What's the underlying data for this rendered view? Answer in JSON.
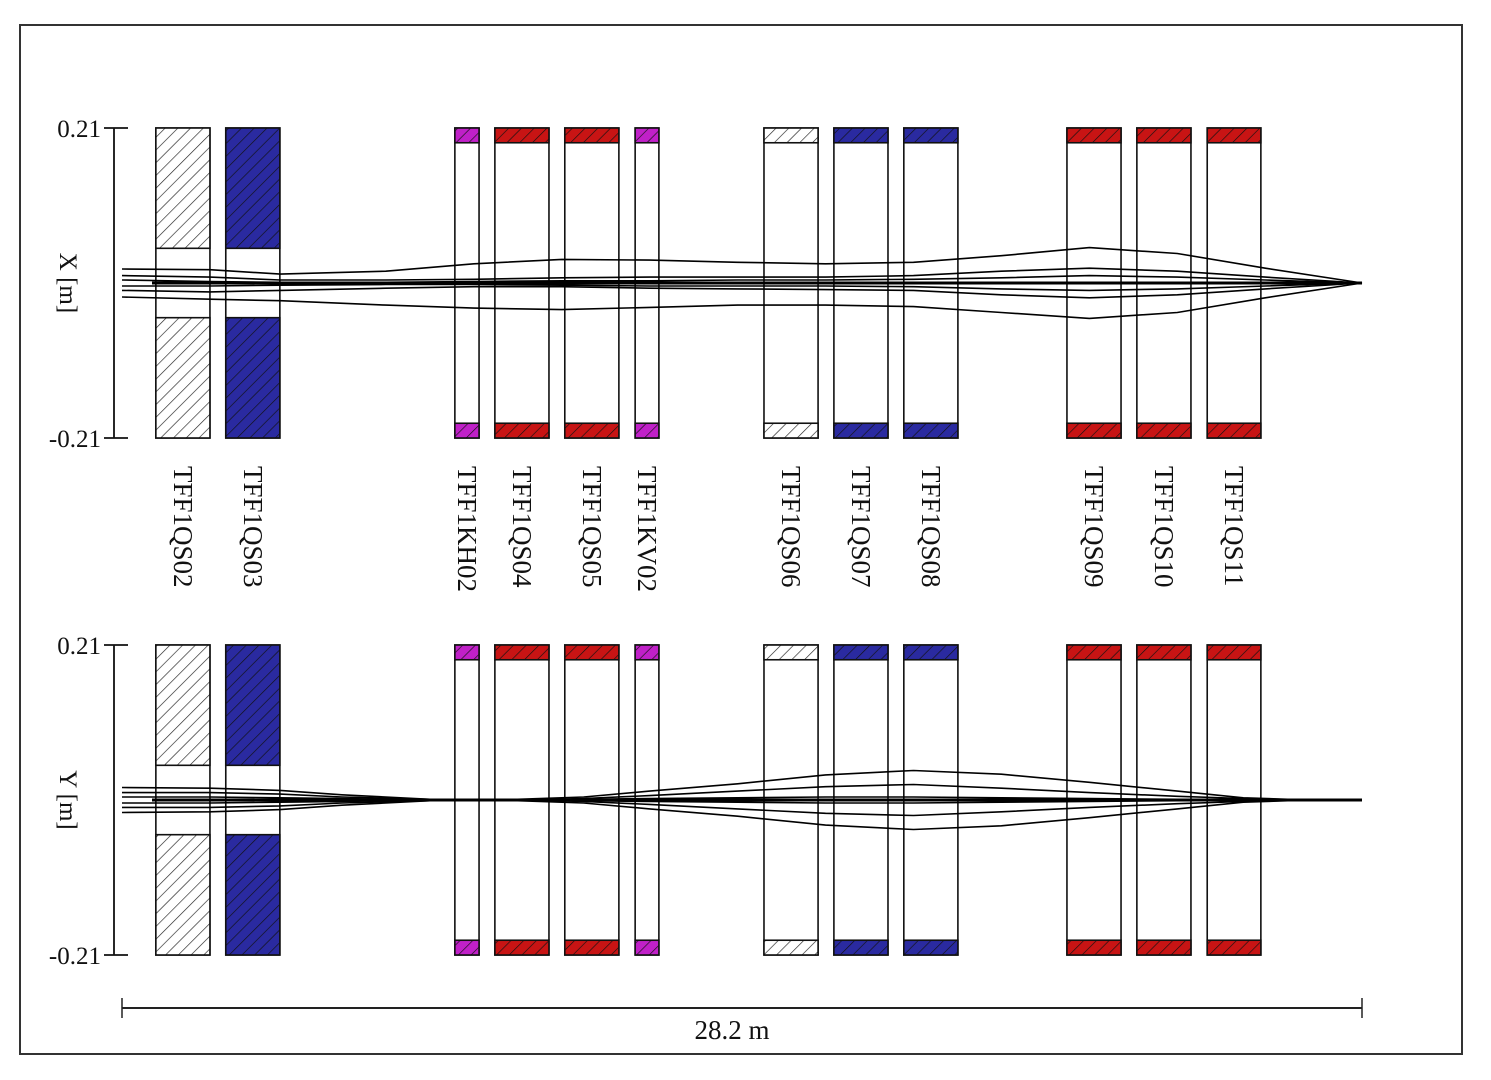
{
  "chart_data": {
    "type": "beamline-envelope",
    "total_length_m": 28.2,
    "scale_bar_label": "28.2 m",
    "colors": {
      "quad_focusing": "#c81414",
      "quad_defocusing": "#2a2aa0",
      "quad_off": "#ffffff",
      "kicker": "#c020c8",
      "trajectory": "#000000"
    },
    "panels": [
      {
        "id": "x",
        "axis_label": "X [m]",
        "ymax_label": "0.21",
        "ymin_label": "-0.21",
        "ylim": [
          -0.21,
          0.21
        ]
      },
      {
        "id": "y",
        "axis_label": "Y [m]",
        "ymax_label": "0.21",
        "ymin_label": "-0.21",
        "ylim": [
          -0.21,
          0.21
        ]
      }
    ],
    "elements": [
      {
        "name": "TFF1QS02",
        "type": "quad",
        "s_start": 0.77,
        "s_end": 2.0,
        "aperture": 0.047,
        "color": "quad_off"
      },
      {
        "name": "TFF1QS03",
        "type": "quad",
        "s_start": 2.36,
        "s_end": 3.59,
        "aperture": 0.047,
        "color": "quad_defocusing"
      },
      {
        "name": "TFF1KH02",
        "type": "kicker",
        "s_start": 7.57,
        "s_end": 8.12,
        "aperture": 0.19,
        "color": "kicker"
      },
      {
        "name": "TFF1QS04",
        "type": "quad",
        "s_start": 8.48,
        "s_end": 9.71,
        "aperture": 0.19,
        "color": "quad_focusing"
      },
      {
        "name": "TFF1QS05",
        "type": "quad",
        "s_start": 10.07,
        "s_end": 11.3,
        "aperture": 0.19,
        "color": "quad_focusing"
      },
      {
        "name": "TFF1KV02",
        "type": "kicker",
        "s_start": 11.67,
        "s_end": 12.21,
        "aperture": 0.19,
        "color": "kicker"
      },
      {
        "name": "TFF1QS06",
        "type": "quad",
        "s_start": 14.6,
        "s_end": 15.83,
        "aperture": 0.19,
        "color": "quad_off"
      },
      {
        "name": "TFF1QS07",
        "type": "quad",
        "s_start": 16.19,
        "s_end": 17.42,
        "aperture": 0.19,
        "color": "quad_defocusing"
      },
      {
        "name": "TFF1QS08",
        "type": "quad",
        "s_start": 17.78,
        "s_end": 19.01,
        "aperture": 0.19,
        "color": "quad_defocusing"
      },
      {
        "name": "TFF1QS09",
        "type": "quad",
        "s_start": 21.49,
        "s_end": 22.72,
        "aperture": 0.19,
        "color": "quad_focusing"
      },
      {
        "name": "TFF1QS10",
        "type": "quad",
        "s_start": 23.08,
        "s_end": 24.31,
        "aperture": 0.19,
        "color": "quad_focusing"
      },
      {
        "name": "TFF1QS11",
        "type": "quad",
        "s_start": 24.68,
        "s_end": 25.9,
        "aperture": 0.19,
        "color": "quad_focusing"
      }
    ],
    "trajectories": {
      "x": {
        "s": [
          0,
          2,
          3.6,
          6,
          8,
          10,
          12,
          14,
          16,
          18,
          20,
          22,
          24,
          26,
          28.2
        ],
        "rays": [
          [
            0.019,
            0.018,
            0.012,
            0.016,
            0.026,
            0.032,
            0.031,
            0.028,
            0.026,
            0.028,
            0.037,
            0.048,
            0.04,
            0.02,
            0.0
          ],
          [
            0.01,
            0.008,
            0.004,
            0.004,
            0.005,
            0.007,
            0.008,
            0.008,
            0.008,
            0.01,
            0.016,
            0.02,
            0.016,
            0.008,
            0.0
          ],
          [
            0.004,
            0.002,
            0.001,
            0.001,
            0.002,
            0.003,
            0.003,
            0.004,
            0.004,
            0.005,
            0.007,
            0.01,
            0.008,
            0.004,
            0.0
          ],
          [
            -0.004,
            -0.004,
            -0.003,
            -0.002,
            -0.002,
            -0.003,
            -0.004,
            -0.004,
            -0.004,
            -0.005,
            -0.008,
            -0.01,
            -0.008,
            -0.004,
            0.0
          ],
          [
            -0.01,
            -0.012,
            -0.01,
            -0.007,
            -0.005,
            -0.005,
            -0.007,
            -0.008,
            -0.009,
            -0.01,
            -0.016,
            -0.02,
            -0.016,
            -0.008,
            0.0
          ],
          [
            -0.019,
            -0.022,
            -0.024,
            -0.03,
            -0.034,
            -0.036,
            -0.033,
            -0.03,
            -0.03,
            -0.032,
            -0.04,
            -0.048,
            -0.04,
            -0.02,
            0.0
          ]
        ]
      },
      "y": {
        "s": [
          0,
          2,
          3.6,
          5,
          7,
          8,
          9,
          10.5,
          12,
          14,
          16,
          18,
          20,
          22,
          24,
          25.5,
          27,
          28.2
        ],
        "rays": [
          [
            0.017,
            0.016,
            0.013,
            0.007,
            0.001,
            0.0,
            0.001,
            0.004,
            0.012,
            0.022,
            0.034,
            0.04,
            0.035,
            0.024,
            0.012,
            0.003,
            0.0,
            0.0
          ],
          [
            0.01,
            0.01,
            0.008,
            0.004,
            0.001,
            0.0,
            0.0,
            0.002,
            0.006,
            0.012,
            0.018,
            0.021,
            0.016,
            0.01,
            0.005,
            0.002,
            0.0,
            0.0
          ],
          [
            0.004,
            0.004,
            0.003,
            0.002,
            0.0,
            0.0,
            0.0,
            0.001,
            0.002,
            0.003,
            0.004,
            0.004,
            0.003,
            0.002,
            0.001,
            0.0,
            0.0,
            0.0
          ],
          [
            -0.004,
            -0.004,
            -0.003,
            -0.002,
            0.0,
            0.0,
            0.0,
            -0.001,
            -0.002,
            -0.003,
            -0.004,
            -0.004,
            -0.003,
            -0.002,
            -0.001,
            0.0,
            0.0,
            0.0
          ],
          [
            -0.01,
            -0.01,
            -0.008,
            -0.004,
            -0.001,
            0.0,
            0.0,
            -0.002,
            -0.006,
            -0.012,
            -0.018,
            -0.021,
            -0.016,
            -0.01,
            -0.005,
            -0.002,
            0.0,
            0.0
          ],
          [
            -0.017,
            -0.016,
            -0.013,
            -0.007,
            -0.001,
            0.0,
            -0.001,
            -0.004,
            -0.012,
            -0.022,
            -0.034,
            -0.04,
            -0.035,
            -0.024,
            -0.012,
            -0.003,
            0.0,
            0.0
          ]
        ]
      }
    }
  }
}
